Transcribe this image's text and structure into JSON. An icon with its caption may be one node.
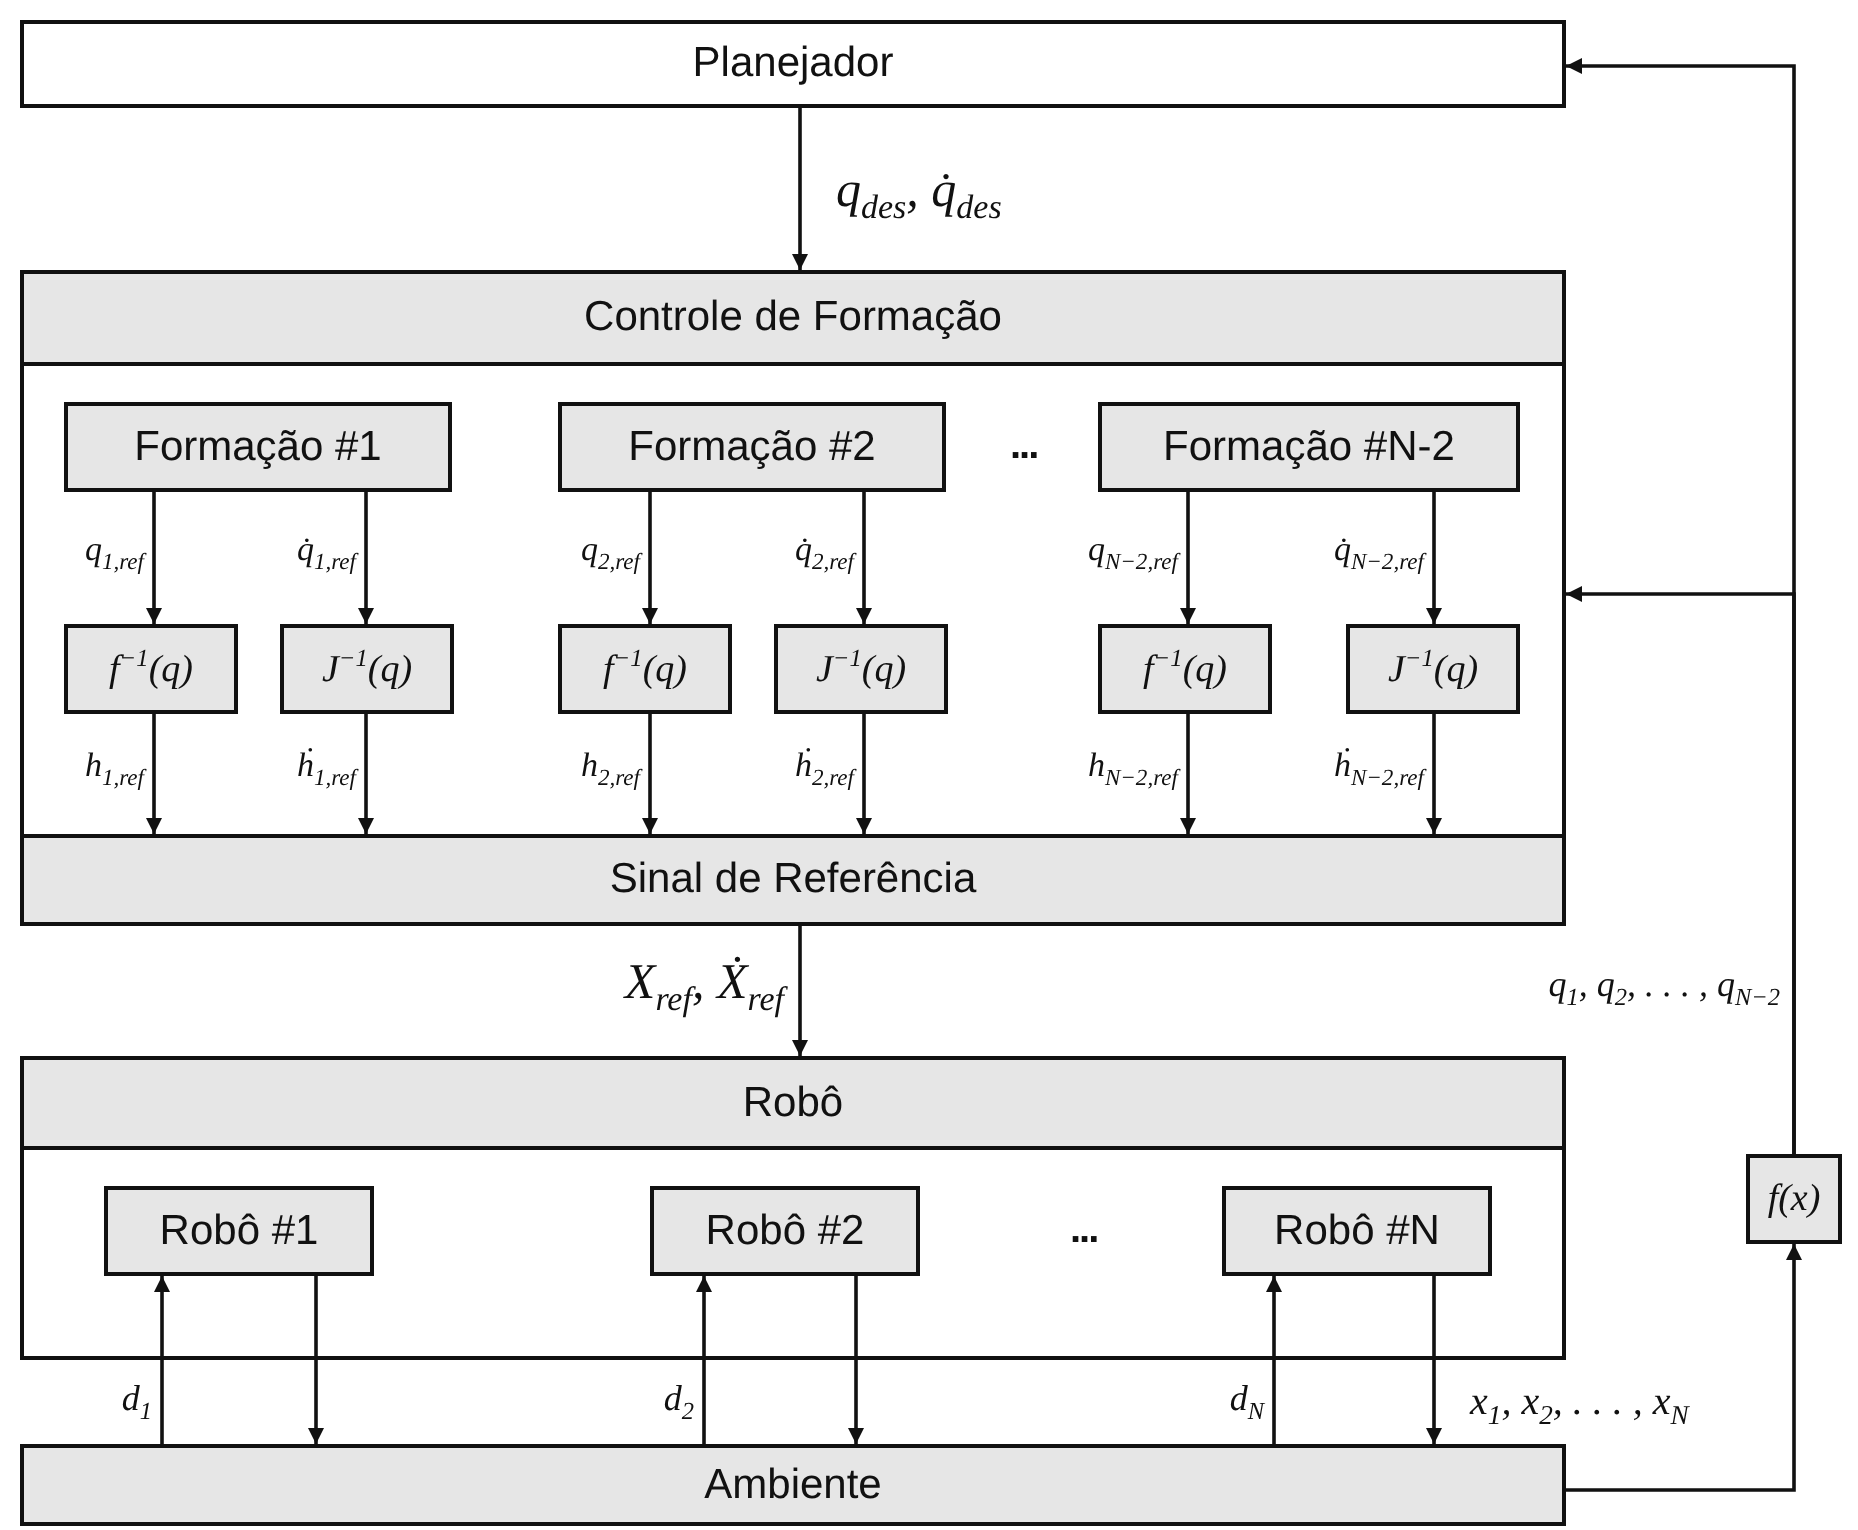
{
  "diagram": {
    "nodes": [
      {
        "text": [
          "Planejador"
        ]
      },
      {
        "text": [],
        "shape": "box"
      },
      {
        "text": [
          "Controle de Formação"
        ],
        "in": 1
      },
      {
        "text": [
          "Formação #1"
        ],
        "in": 1
      },
      {
        "text": [
          "Formação #2"
        ],
        "in": 1
      },
      {
        "text": [
          "Formação #N-2"
        ],
        "in": 1
      },
      {
        "text": [
          "f$^{−1}$(q)"
        ],
        "in": 1
      },
      {
        "text": [
          "J$^{−1}$(q)"
        ],
        "in": 1
      },
      {
        "text": [
          "f$^{−1}$(q)"
        ],
        "in": 1
      },
      {
        "text": [
          "J$^{−1}$(q)"
        ],
        "in": 1
      },
      {
        "text": [
          "f$^{−1}$(q)"
        ],
        "in": 1
      },
      {
        "text": [
          "J$^{−1}$(q)"
        ],
        "in": 1
      },
      {
        "text": [
          "Sinal de Referência"
        ],
        "in": 1
      },
      {
        "text": [],
        "shape": "box"
      },
      {
        "text": [
          "Robô"
        ],
        "in": 13
      },
      {
        "text": [
          "Robô #1"
        ],
        "in": 13
      },
      {
        "text": [
          "Robô #2"
        ],
        "in": 13
      },
      {
        "text": [
          "Robô #N"
        ],
        "in": 13
      },
      {
        "text": [
          "Ambiente"
        ]
      },
      {
        "text": [
          "f(x)"
        ]
      }
    ],
    "edges": [
      {
        "from": 0,
        "to": 1,
        "arrow": "to",
        "label": "q$_{des}$, q̇$_{des}$"
      },
      {
        "from": 3,
        "to": 6,
        "arrow": "to",
        "label": "q$_{1,ref}$"
      },
      {
        "from": 3,
        "to": 7,
        "arrow": "to",
        "label": "q̇$_{1,ref}$"
      },
      {
        "from": 6,
        "to": 12,
        "arrow": "to",
        "label": "h$_{1,ref}$"
      },
      {
        "from": 7,
        "to": 12,
        "arrow": "to",
        "label": "ḣ$_{1,ref}$"
      },
      {
        "from": 4,
        "to": 8,
        "arrow": "to",
        "label": "q$_{2,ref}$"
      },
      {
        "from": 4,
        "to": 9,
        "arrow": "to",
        "label": "q̇$_{2,ref}$"
      },
      {
        "from": 8,
        "to": 12,
        "arrow": "to",
        "label": "h$_{2,ref}$"
      },
      {
        "from": 9,
        "to": 12,
        "arrow": "to",
        "label": "ḣ$_{2,ref}$"
      },
      {
        "from": 5,
        "to": 10,
        "arrow": "to",
        "label": "q$_{N−2,ref}$"
      },
      {
        "from": 5,
        "to": 11,
        "arrow": "to",
        "label": "q̇$_{N−2,ref}$"
      },
      {
        "from": 10,
        "to": 12,
        "arrow": "to",
        "label": "h$_{N−2,ref}$"
      },
      {
        "from": 11,
        "to": 12,
        "arrow": "to",
        "label": "ḣ$_{N−2,ref}$"
      },
      {
        "from": 12,
        "to": 13,
        "arrow": "to",
        "label": "X$_{ref}$, Ẋ$_{ref}$"
      },
      {
        "from": 18,
        "to": 15,
        "arrow": "to",
        "label": "d$_{1}$"
      },
      {
        "from": 15,
        "to": 18,
        "arrow": "to"
      },
      {
        "from": 18,
        "to": 16,
        "arrow": "to",
        "label": "d$_{2}$"
      },
      {
        "from": 16,
        "to": 18,
        "arrow": "to"
      },
      {
        "from": 18,
        "to": 17,
        "arrow": "to",
        "label": "d$_{N}$"
      },
      {
        "from": 17,
        "to": 18,
        "arrow": "to",
        "label": "x$_{1}$, x$_{2}$, . . . , x$_{N}$"
      },
      {
        "from": 18,
        "to": 19,
        "arrow": "to"
      },
      {
        "from": 19,
        "to": 0,
        "arrow": "to",
        "label": "q$_{1}$, q$_{2}$, . . . , q$_{N−2}$"
      },
      {
        "from": 19,
        "to": 1,
        "arrow": "to"
      }
    ],
    "labels": [
      "...",
      "..."
    ]
  }
}
